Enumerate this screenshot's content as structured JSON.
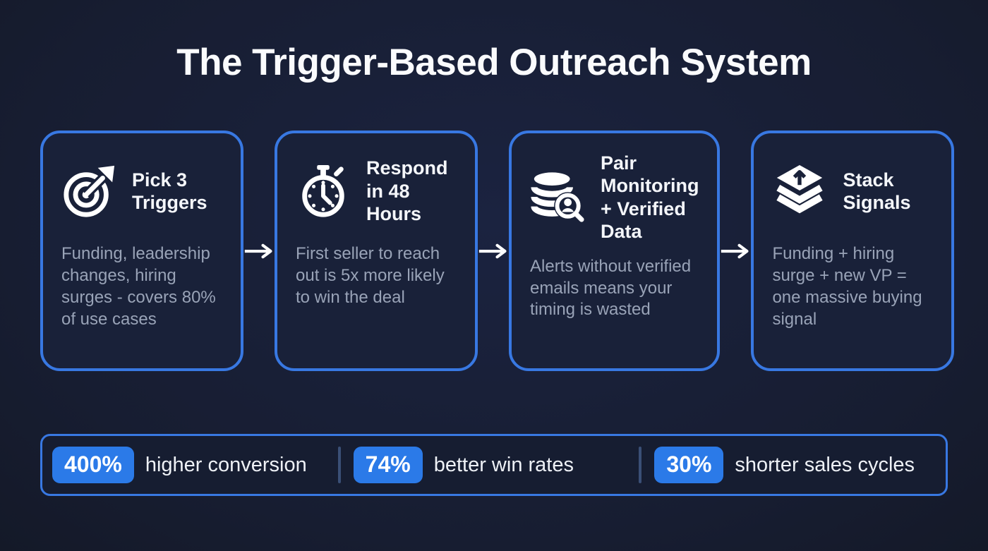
{
  "page": {
    "title": "The Trigger-Based Outreach System"
  },
  "colors": {
    "background": "#171d31",
    "card_background": "#192139",
    "accent_border_blue": "#3878e2",
    "badge_blue": "#2b7ae8",
    "heading_text": "#fafbfd",
    "body_text": "#99a3b7"
  },
  "steps": [
    {
      "icon": "target-dart-icon",
      "title": "Pick 3 Triggers",
      "description": "Funding, leadership changes, hiring surges - covers 80% of use cases"
    },
    {
      "icon": "stopwatch-icon",
      "title": "Respond in 48 Hours",
      "description": "First seller to reach out is 5x more likely to win the deal"
    },
    {
      "icon": "database-search-icon",
      "title": "Pair Monitoring + Verified Data",
      "description": "Alerts without verified emails means your timing is wasted"
    },
    {
      "icon": "stacked-layers-up-arrow-icon",
      "title": "Stack Signals",
      "description": "Funding + hiring surge + new VP = one massive buying signal"
    }
  ],
  "stats": [
    {
      "value": "400%",
      "label": "higher conversion"
    },
    {
      "value": "74%",
      "label": "better win rates"
    },
    {
      "value": "30%",
      "label": "shorter sales cycles"
    }
  ]
}
